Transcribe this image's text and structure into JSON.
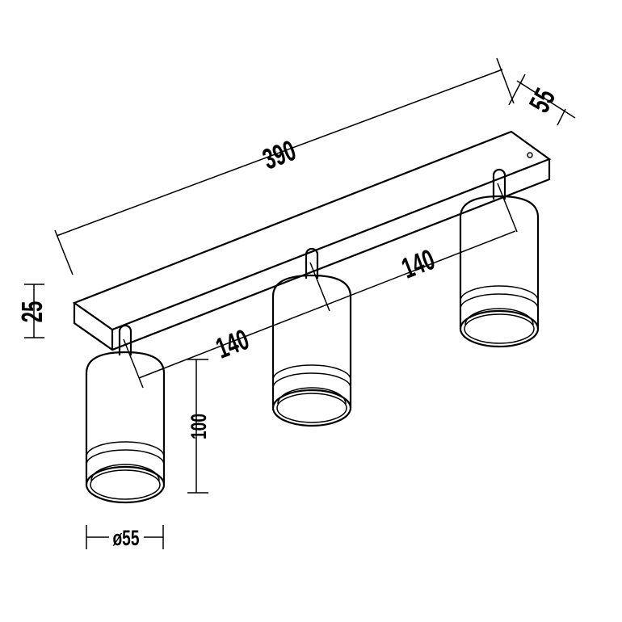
{
  "dimensions": {
    "length": "390",
    "depth": "55",
    "bar_height": "25",
    "spacing_1": "140",
    "spacing_2": "140",
    "lamp_height": "100",
    "lamp_diameter": "ø55"
  },
  "colors": {
    "line": "#000000",
    "background": "#ffffff"
  }
}
